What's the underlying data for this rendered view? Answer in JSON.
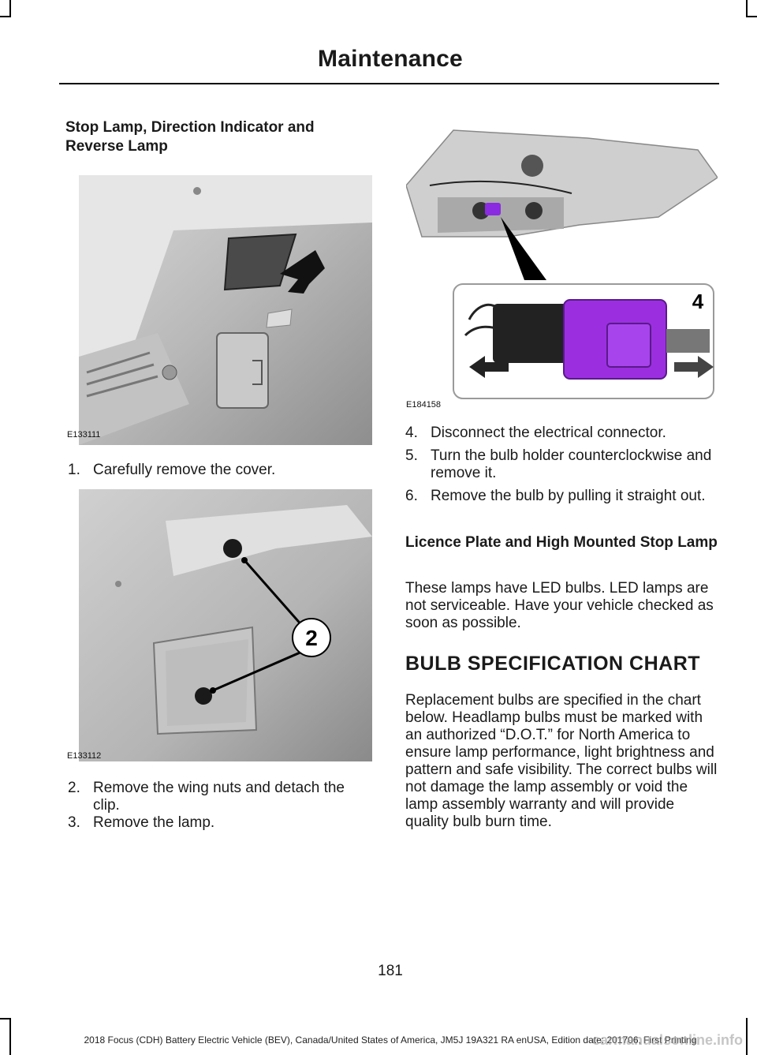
{
  "header": {
    "title": "Maintenance"
  },
  "left": {
    "heading": "Stop Lamp, Direction Indicator and Reverse Lamp",
    "figure1_code": "E133111",
    "step1": {
      "num": "1.",
      "text": "Carefully remove the cover."
    },
    "figure2_code": "E133112",
    "figure2_callout": "2",
    "step2": {
      "num": "2.",
      "text": "Remove the wing nuts and detach the clip."
    },
    "step3": {
      "num": "3.",
      "text": "Remove the lamp."
    }
  },
  "right": {
    "figure3_code": "E184158",
    "figure3_callout": "4",
    "step4": {
      "num": "4.",
      "text": "Disconnect the electrical connector."
    },
    "step5": {
      "num": "5.",
      "text": "Turn the bulb holder counterclockwise and remove it."
    },
    "step6": {
      "num": "6.",
      "text": "Remove the bulb by pulling it straight out."
    },
    "heading2": "Licence Plate and High Mounted Stop Lamp",
    "para1": "These lamps have LED bulbs.  LED lamps are not serviceable.  Have your vehicle checked as soon as possible.",
    "big_heading": "BULB SPECIFICATION CHART",
    "para2": "Replacement bulbs are specified in the chart below. Headlamp bulbs must be marked with an authorized “D.O.T.” for North America to ensure lamp performance, light brightness and pattern and safe visibility. The correct bulbs will not damage the lamp assembly or void the lamp assembly warranty and will provide quality bulb burn time."
  },
  "page_number": "181",
  "footer": "2018 Focus (CDH) Battery Electric Vehicle (BEV), Canada/United States of America, JM5J 19A321 RA enUSA, Edition date: 201706, First Printing",
  "watermark": "carmanualsonline.info"
}
